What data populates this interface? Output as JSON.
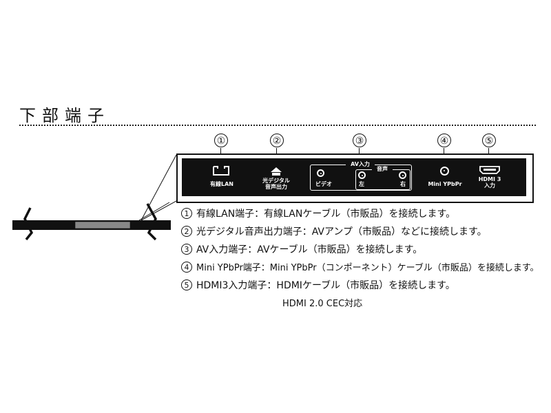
{
  "title": "下部端子",
  "numbers": [
    "①",
    "②",
    "③",
    "④",
    "⑤"
  ],
  "ports": {
    "lan": "有線LAN",
    "optical_line1": "光デジタル",
    "optical_line2": "音声出力",
    "av_group": "AV入力",
    "video": "ビデオ",
    "audio": "音声",
    "left": "左",
    "right": "右",
    "ypbpr": "Mini YPbPr",
    "hdmi_line1": "HDMI 3",
    "hdmi_line2": "入力"
  },
  "descriptions": [
    {
      "num": "1",
      "text": "有線LAN端子：有線LANケーブル（市販品）を接続します。"
    },
    {
      "num": "2",
      "text": "光デジタル音声出力端子：AVアンプ（市販品）などに接続します。"
    },
    {
      "num": "3",
      "text": "AV入力端子：AVケーブル（市販品）を接続します。"
    },
    {
      "num": "4",
      "text": "Mini YPbPr端子：Mini YPbPr（コンポーネント）ケーブル（市販品）を接続します。"
    },
    {
      "num": "5",
      "text": "HDMI3入力端子：HDMIケーブル（市販品）を接続します。"
    }
  ],
  "note": "HDMI 2.0 CEC対応"
}
